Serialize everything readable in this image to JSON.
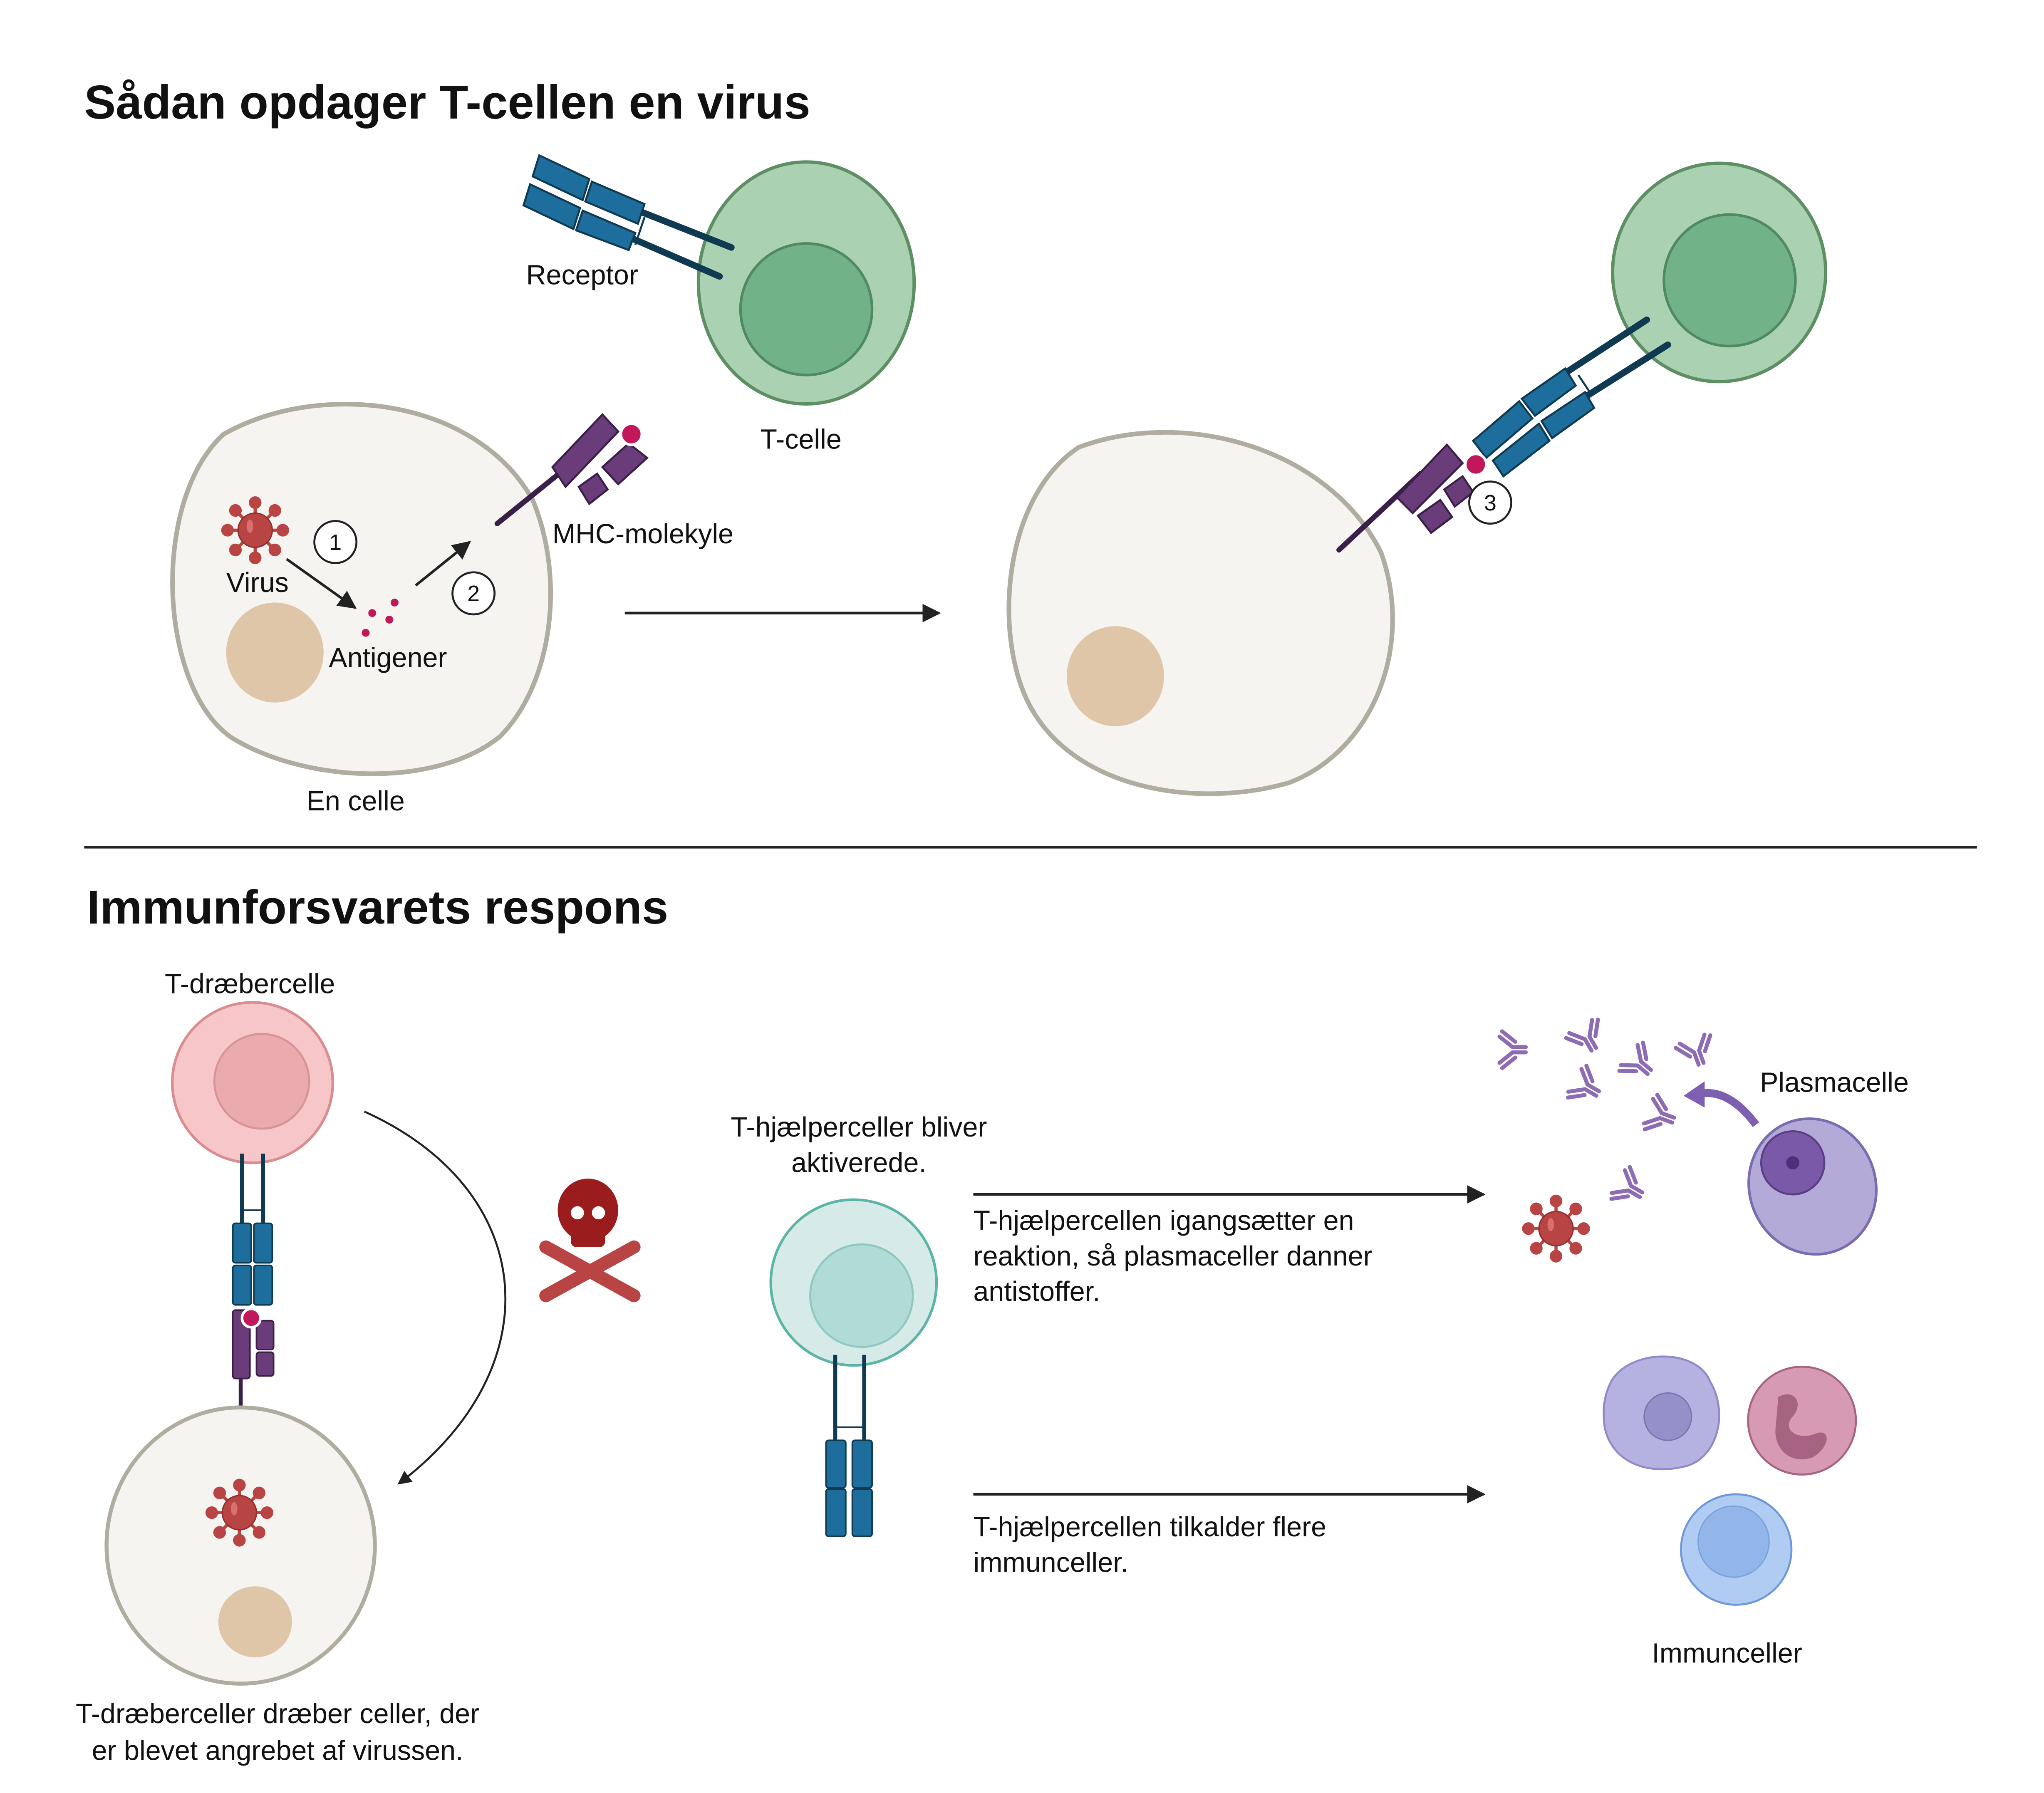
{
  "section1": {
    "title": "Sådan opdager T-cellen en virus",
    "labels": {
      "receptor": "Receptor",
      "t_cell": "T-celle",
      "mhc": "MHC-molekyle",
      "virus": "Virus",
      "antigens": "Antigener",
      "cell": "En celle"
    },
    "steps": [
      "1",
      "2",
      "3"
    ]
  },
  "section2": {
    "title": "Immunforsvarets respons",
    "killer_label": "T-dræbercelle",
    "killer_caption_1": "T-dræberceller dræber celler, der",
    "killer_caption_2": "er blevet angrebet af virussen.",
    "helper_label_1": "T-hjælperceller bliver",
    "helper_label_2": "aktiverede.",
    "arrow1_text_1": "T-hjælpercellen igangsætter en",
    "arrow1_text_2": "reaktion, så plasmaceller danner",
    "arrow1_text_3": "antistoffer.",
    "arrow2_text_1": "T-hjælpercellen tilkalder flere",
    "arrow2_text_2": "immunceller.",
    "plasma_label": "Plasmacelle",
    "immune_label": "Immunceller"
  },
  "colors": {
    "tcell_outer": "#abd1b3",
    "tcell_inner": "#71b289",
    "receptor": "#1d6e9c",
    "mhc": "#6b3c7a",
    "antigen": "#c2185b",
    "cell_fill": "#f5f4f0",
    "cell_stroke": "#b0aca0",
    "nucleus": "#dfc6a8",
    "virus": "#b84444",
    "killer_outer": "#f6c6c8",
    "helper_outer": "#d6ebe8",
    "skull": "#9b1c1c"
  }
}
